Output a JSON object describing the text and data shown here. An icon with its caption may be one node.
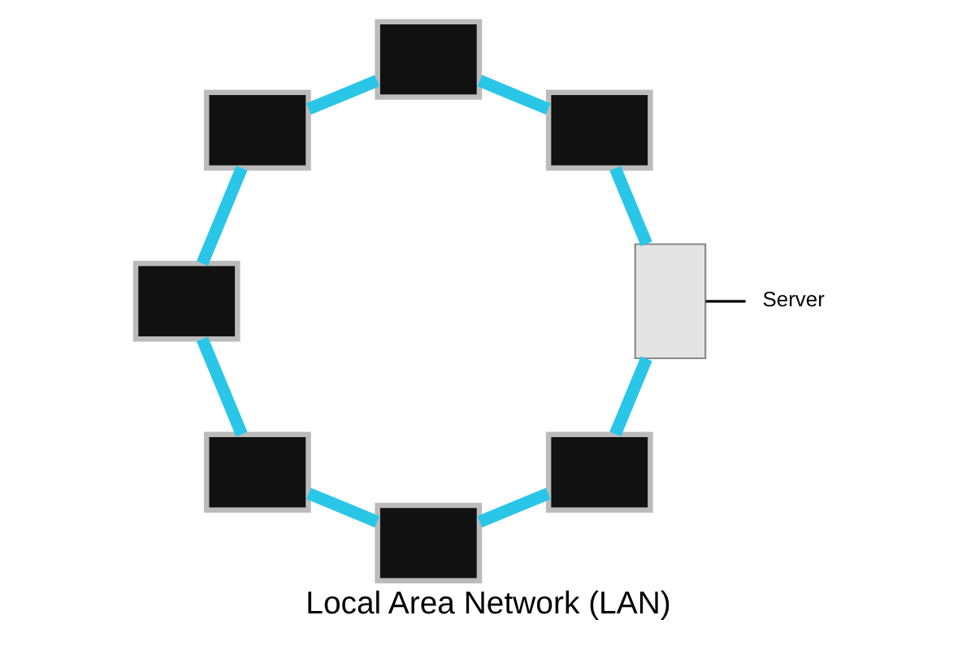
{
  "diagram": {
    "title": "Local Area Network (LAN)",
    "nodes": [
      {
        "text": [],
        "shape": "box"
      },
      {
        "text": [],
        "shape": "box"
      },
      {
        "text": [],
        "shape": "box"
      },
      {
        "text": [
          "Server"
        ]
      },
      {
        "text": [],
        "shape": "box"
      },
      {
        "text": [],
        "shape": "box"
      },
      {
        "text": [],
        "shape": "box"
      },
      {
        "text": [],
        "shape": "box"
      },
      {
        "text": [],
        "shape": "box"
      }
    ],
    "edges": [
      {
        "from": 0,
        "to": 2,
        "arrow": "none"
      },
      {
        "from": 2,
        "to": 4,
        "arrow": "none"
      },
      {
        "from": 4,
        "to": 7,
        "arrow": "none"
      },
      {
        "from": 7,
        "to": 8,
        "arrow": "none"
      },
      {
        "from": 8,
        "to": 6,
        "arrow": "none"
      },
      {
        "from": 6,
        "to": 5,
        "arrow": "none"
      },
      {
        "from": 5,
        "to": 1,
        "arrow": "none"
      },
      {
        "from": 1,
        "to": 0,
        "arrow": "none"
      },
      {
        "from": 3,
        "to": 4,
        "arrow": "none",
        "color": "#000000"
      }
    ]
  }
}
